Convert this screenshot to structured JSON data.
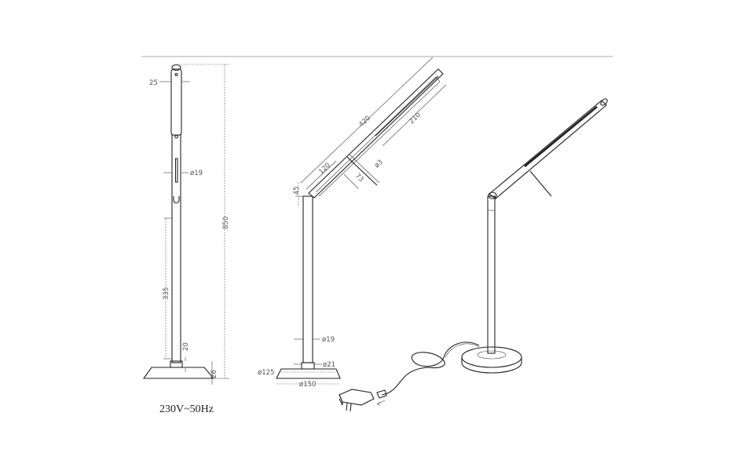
{
  "drawing": {
    "colors": {
      "line": "#222222",
      "dimension": "#555555",
      "rule": "#aaaaaa"
    },
    "front_view": {
      "head_width": "25",
      "tube_diameter": "ø19",
      "tube_length": "335",
      "collar_height": "20",
      "base_height": "26",
      "total_height": "850"
    },
    "side_view": {
      "joint_height": "45",
      "arm_length": "420",
      "led_length": "210",
      "switch_offset": "120",
      "rod_length": "73",
      "rod_diameter": "ø3",
      "tube_diameter": "ø19",
      "collar_diameter": "ø21",
      "base_top_diameter": "ø125",
      "base_bottom_diameter": "ø150"
    },
    "power_label": "230V~50Hz"
  }
}
